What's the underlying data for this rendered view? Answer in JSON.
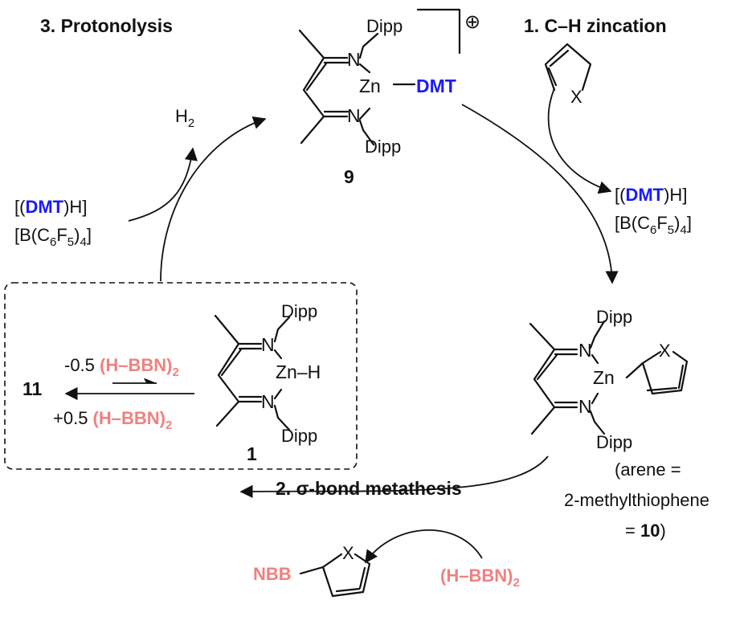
{
  "colors": {
    "blue": "#1a1aff",
    "red": "#f08080",
    "ink": "#111111"
  },
  "steps": {
    "protonolysis": "3. Protonolysis",
    "zincation": "1. C–H zincation",
    "metathesis": "2. σ-bond metathesis"
  },
  "compound9": {
    "label": "9",
    "n_top": "N",
    "n_bottom": "N",
    "zn": "Zn",
    "dipp_top": "Dipp",
    "dipp_bottom": "Dipp",
    "ligand": "DMT",
    "charge": "⊕"
  },
  "h2": {
    "symbol": "H",
    "sub": "2"
  },
  "salt": {
    "open": "[(",
    "dmt": "DMT",
    "close": ")H]",
    "b_line": {
      "a": "[B(C",
      "s1": "6",
      "b": "F",
      "s2": "5",
      "c": ")",
      "s3": "4",
      "d": "]"
    }
  },
  "arene": {
    "x_label": "X"
  },
  "compound10": {
    "n_top": "N",
    "n_bottom": "N",
    "zn": "Zn",
    "dipp_top": "Dipp",
    "dipp_bottom": "Dipp",
    "x_label": "X",
    "note_l1": "(arene =",
    "note_l2": "2-methylthiophene",
    "note_l3_eq": "= ",
    "note_l3_num": "10",
    "note_l3_close": ")"
  },
  "compound1": {
    "label": "1",
    "n_top": "N",
    "n_bottom": "N",
    "zn": "Zn",
    "h": "–H",
    "dipp_top": "Dipp",
    "dipp_bottom": "Dipp"
  },
  "equilibrium": {
    "label_11": "11",
    "minus_coef": "-0.5 ",
    "plus_coef": "+0.5 ",
    "reagent": "(H–BBN)",
    "reagent_sub": "2"
  },
  "product": {
    "nbb": "NBB",
    "x_label": "X"
  },
  "reagent_bottom": {
    "text": "(H–BBN)",
    "sub": "2"
  }
}
